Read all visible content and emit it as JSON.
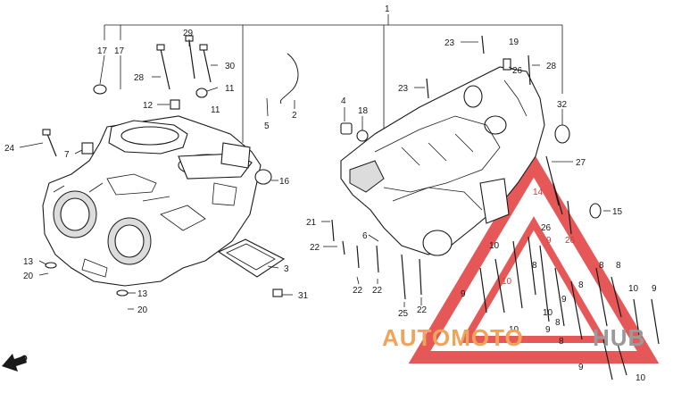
{
  "labels": {
    "p1": "1",
    "p2": "2",
    "p3": "3",
    "p4": "4",
    "p5": "5",
    "p6": "6",
    "p7": "7",
    "p8": "8",
    "p9": "9",
    "p10": "10",
    "p11": "11",
    "p12": "12",
    "p13": "13",
    "p14": "14",
    "p15": "15",
    "p16": "16",
    "p17": "17",
    "p18": "18",
    "p19": "19",
    "p20": "20",
    "p21": "21",
    "p22": "22",
    "p23": "23",
    "p24": "24",
    "p25": "25",
    "p26": "26",
    "p27": "27",
    "p28": "28",
    "p29": "29",
    "p30": "30",
    "p31": "31",
    "p32": "32"
  },
  "fwd_label": "FWD",
  "watermark": {
    "text_a": "AUTOMOTO",
    "text_b": "HUB",
    "color_primary": "#f0a45a",
    "color_secondary": "#9a9a9a",
    "triangle_color": "#e23b3b"
  }
}
